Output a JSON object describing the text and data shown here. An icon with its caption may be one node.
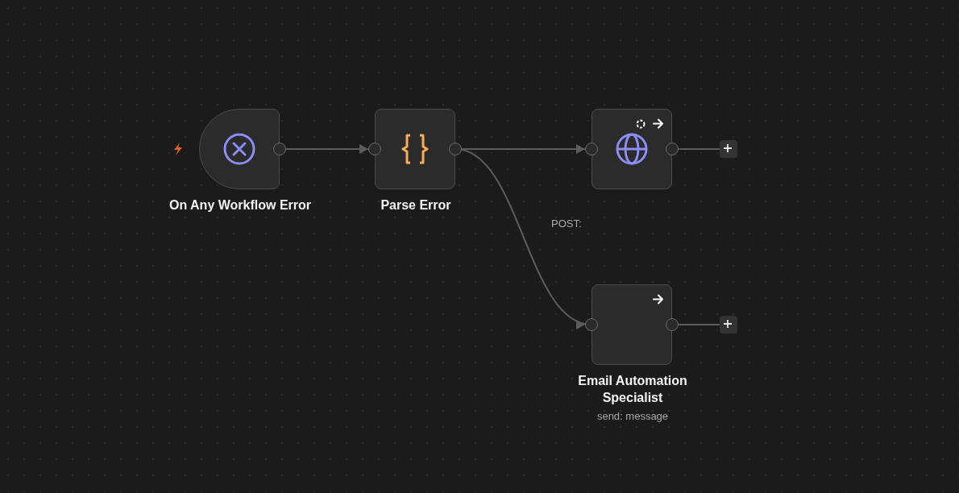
{
  "diagram": {
    "nodes": [
      {
        "text": [
          "On Any Workflow Error"
        ]
      },
      {
        "text": [
          "Parse Error"
        ]
      },
      {
        "text": [
          "POST:"
        ]
      },
      {
        "text": [
          "Email Automation Specialist",
          "send: message"
        ]
      },
      {
        "text": [],
        "shape": "box"
      },
      {
        "text": [],
        "shape": "box"
      }
    ],
    "edges": [
      {
        "from": 0,
        "to": 1,
        "arrow": "to"
      },
      {
        "from": 1,
        "to": 2,
        "arrow": "to"
      },
      {
        "from": 1,
        "to": 3,
        "arrow": "to"
      },
      {
        "from": 2,
        "to": 4,
        "arrow": "none"
      },
      {
        "from": 3,
        "to": 5,
        "arrow": "none"
      }
    ]
  }
}
